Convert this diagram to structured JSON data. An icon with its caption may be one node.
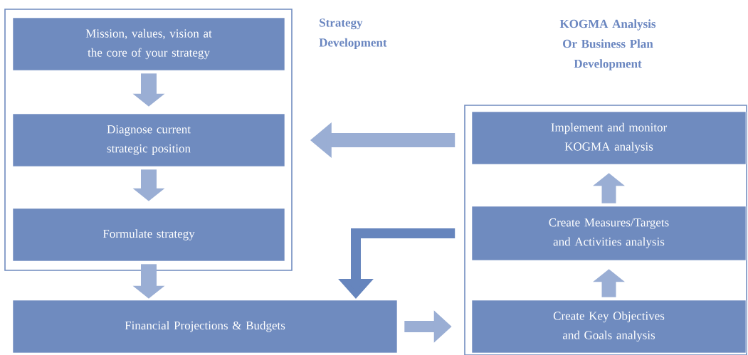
{
  "diagram": {
    "nodes": [
      {
        "text": [
          "Strategy Development"
        ]
      },
      {
        "text": [
          "Mission, values, vision at the core of your strategy"
        ],
        "in": 0
      },
      {
        "text": [
          "Diagnose current strategic position"
        ],
        "in": 0
      },
      {
        "text": [
          "Formulate strategy"
        ],
        "in": 0
      },
      {
        "text": [
          "Financial Projections & Budgets"
        ]
      },
      {
        "text": [
          "KOGMA Analysis Or Business Plan Development"
        ]
      },
      {
        "text": [
          "Implement and monitor KOGMA analysis"
        ],
        "in": 5
      },
      {
        "text": [
          "Create Measures/Targets and Activities analysis"
        ],
        "in": 5
      },
      {
        "text": [
          "Create Key Objectives and Goals analysis"
        ],
        "in": 5
      }
    ],
    "edges": [
      {
        "from": 1,
        "to": 2,
        "arrow": "to"
      },
      {
        "from": 2,
        "to": 3,
        "arrow": "to"
      },
      {
        "from": 3,
        "to": 4,
        "arrow": "to"
      },
      {
        "from": 4,
        "to": 8,
        "arrow": "to"
      },
      {
        "from": 8,
        "to": 7,
        "arrow": "to"
      },
      {
        "from": 7,
        "to": 6,
        "arrow": "to"
      },
      {
        "from": 5,
        "to": 0,
        "arrow": "to"
      },
      {
        "from": 5,
        "to": 4,
        "arrow": "to",
        "color": "#6685bd"
      }
    ]
  }
}
